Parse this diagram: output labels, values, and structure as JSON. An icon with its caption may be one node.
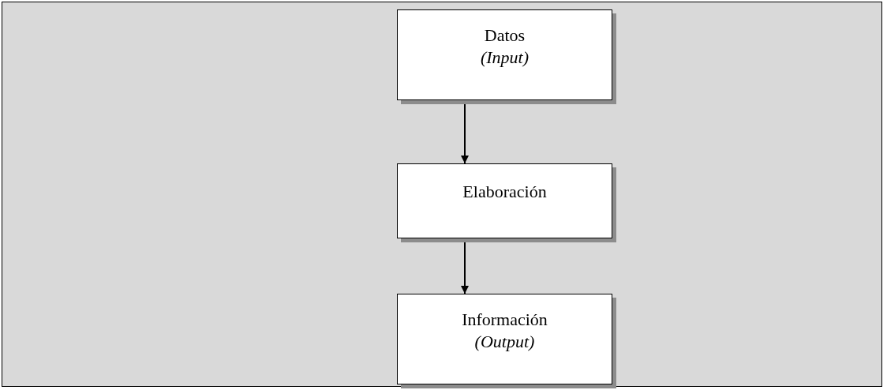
{
  "diagram": {
    "nodes": [
      {
        "text": [
          "Datos",
          "(Input)"
        ]
      },
      {
        "text": [
          "Elaboración"
        ]
      },
      {
        "text": [
          "Información",
          "(Output)"
        ]
      }
    ],
    "edges": [
      {
        "from": 0,
        "to": 1,
        "arrow": "to"
      },
      {
        "from": 1,
        "to": 2,
        "arrow": "to"
      }
    ]
  }
}
